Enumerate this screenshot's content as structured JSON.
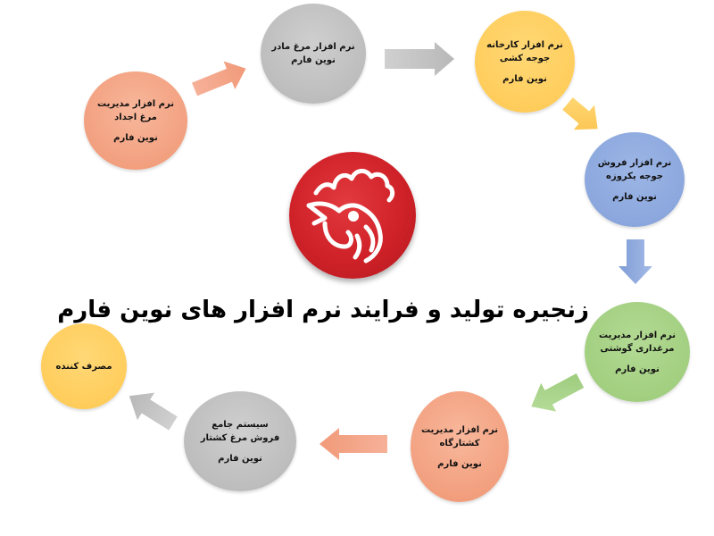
{
  "title": "زنجیره تولید و فرایند نرم افزار های نوین فارم",
  "nodes": [
    {
      "id": "n1",
      "lines": [
        "نرم افزار مدیریت",
        "مرغ اجداد"
      ],
      "sub": "نوین فارم",
      "color": "#f2a07f"
    },
    {
      "id": "n2",
      "lines": [
        "نرم افزار مرغ مادر",
        "نوین فارم"
      ],
      "sub": "",
      "color": "#bdbdbd"
    },
    {
      "id": "n3",
      "lines": [
        "نرم افزار کارخانه",
        "جوجه کشی"
      ],
      "sub": "نوین فارم",
      "color": "#ffcd5c"
    },
    {
      "id": "n4",
      "lines": [
        "نرم افزار فروش",
        "جوجه یکروزه"
      ],
      "sub": "نوین فارم",
      "color": "#8ba7dd"
    },
    {
      "id": "n5",
      "lines": [
        "نرم افزار مدیریت",
        "مرغداری گوشتی"
      ],
      "sub": "نوین فارم",
      "color": "#a2cf80"
    },
    {
      "id": "n6",
      "lines": [
        "نرم افزار مدیریت",
        "کشتارگاه"
      ],
      "sub": "نوین فارم",
      "color": "#f2a07f"
    },
    {
      "id": "n7",
      "lines": [
        "سیستم جامع",
        "فروش مرغ کشتار"
      ],
      "sub": "نوین فارم",
      "color": "#bdbdbd"
    },
    {
      "id": "n8",
      "lines": [
        "مصرف کننده"
      ],
      "sub": "",
      "color": "#ffcd5c"
    }
  ],
  "logo": {
    "icon": "rooster-head-icon",
    "color": "#cf2128"
  }
}
